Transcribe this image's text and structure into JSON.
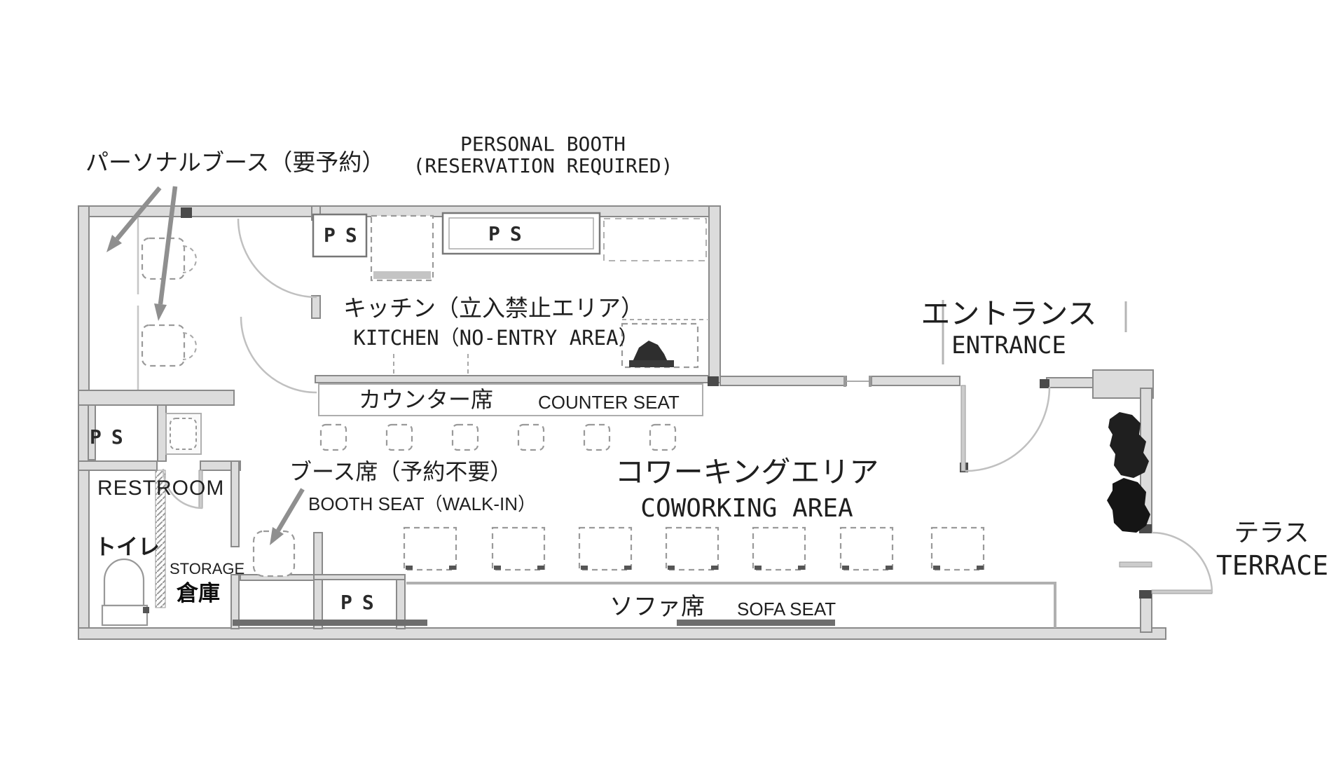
{
  "colors": {
    "background": "#ffffff",
    "text": "#1f1f1f",
    "wall_fill": "#dcdcdc",
    "wall_stroke": "#8a8a8a",
    "dashed_furniture": "#9a9a9a",
    "arrow": "#8f8f8f",
    "dark_accent": "#4a4a4a"
  },
  "plan": {
    "areas": {
      "personal_booth": {
        "jp": "パーソナルブース（要予約）",
        "en1": "PERSONAL BOOTH",
        "en2": "(RESERVATION REQUIRED)"
      },
      "kitchen": {
        "jp": "キッチン（立入禁止エリア）",
        "en": "KITCHEN（NO-ENTRY AREA）"
      },
      "entrance": {
        "jp": "エントランス",
        "en": "ENTRANCE"
      },
      "counter_seat": {
        "jp": "カウンター席",
        "en": "COUNTER SEAT"
      },
      "booth_seat": {
        "jp": "ブース席（予約不要）",
        "en": "BOOTH SEAT（WALK-IN）"
      },
      "coworking": {
        "jp": "コワーキングエリア",
        "en": "COWORKING AREA"
      },
      "restroom": {
        "en": "RESTROOM",
        "jp": "トイレ"
      },
      "storage": {
        "en": "STORAGE",
        "jp": "倉庫"
      },
      "sofa_seat": {
        "jp": "ソファ席",
        "en": "SOFA SEAT"
      },
      "terrace": {
        "jp": "テラス",
        "en": "TERRACE"
      }
    },
    "pipe_shaft": "PS"
  }
}
